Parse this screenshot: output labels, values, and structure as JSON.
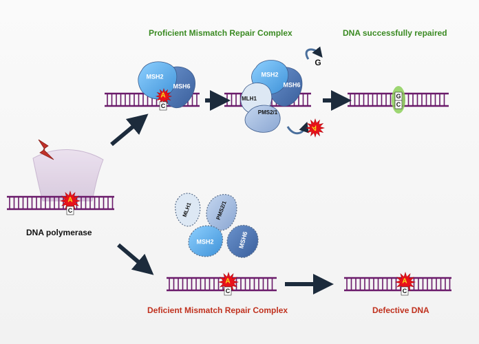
{
  "headings": {
    "proficient": "Proficient Mismatch Repair Complex",
    "repaired": "DNA successfully repaired",
    "deficient": "Deficient Mismatch Repair Complex",
    "defective": "Defective DNA",
    "polymerase": "DNA polymerase"
  },
  "proteins": {
    "msh2": "MSH2",
    "msh6": "MSH6",
    "mlh1": "MLH1",
    "pms": "PMS2/1"
  },
  "bases": {
    "a": "A",
    "c": "C",
    "g": "G"
  },
  "colors": {
    "dna": "#6a1a6a",
    "msh2": "#5aa8e8",
    "msh6": "#4a74b4",
    "mlh1": "#dde8f4",
    "pms": "#9cb6dc",
    "star": "#e8121a",
    "pair_highlight": "#8dd05a",
    "arrow": "#1c2b3c",
    "green_text": "#3a8a22",
    "red_text": "#c0311e",
    "polymerase": "#e3d6e8",
    "bolt": "#c0312a"
  },
  "icons": [
    "lightning-bolt-icon",
    "mismatch-star-icon",
    "curved-arrow-icon",
    "process-arrow-icon"
  ]
}
